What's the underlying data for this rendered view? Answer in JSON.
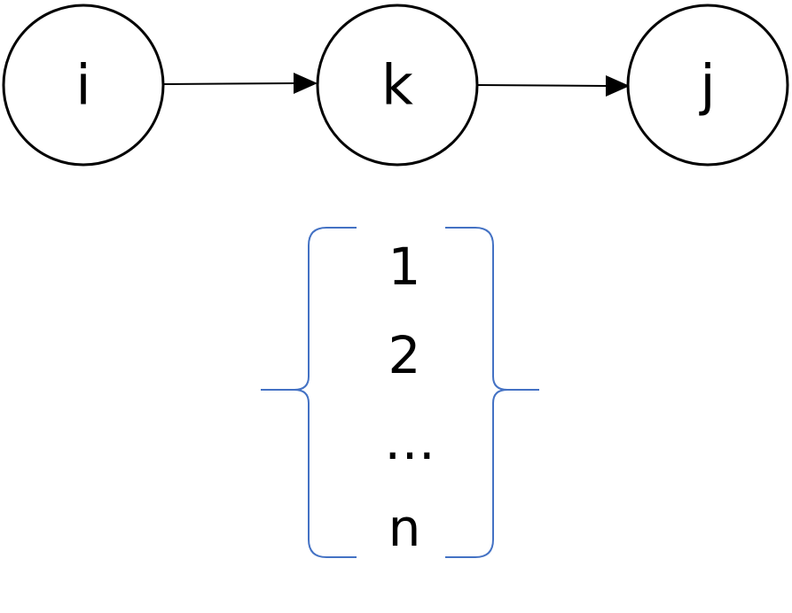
{
  "nodes": [
    {
      "id": "i",
      "label": "i"
    },
    {
      "id": "k",
      "label": "k"
    },
    {
      "id": "j",
      "label": "j"
    }
  ],
  "edges": [
    {
      "from": "i",
      "to": "k"
    },
    {
      "from": "k",
      "to": "j"
    }
  ],
  "set_values": [
    "1",
    "2",
    "…",
    "n"
  ],
  "colors": {
    "node_stroke": "#000000",
    "edge": "#000000",
    "brace": "#4472c4",
    "text": "#000000",
    "background": "#ffffff"
  }
}
